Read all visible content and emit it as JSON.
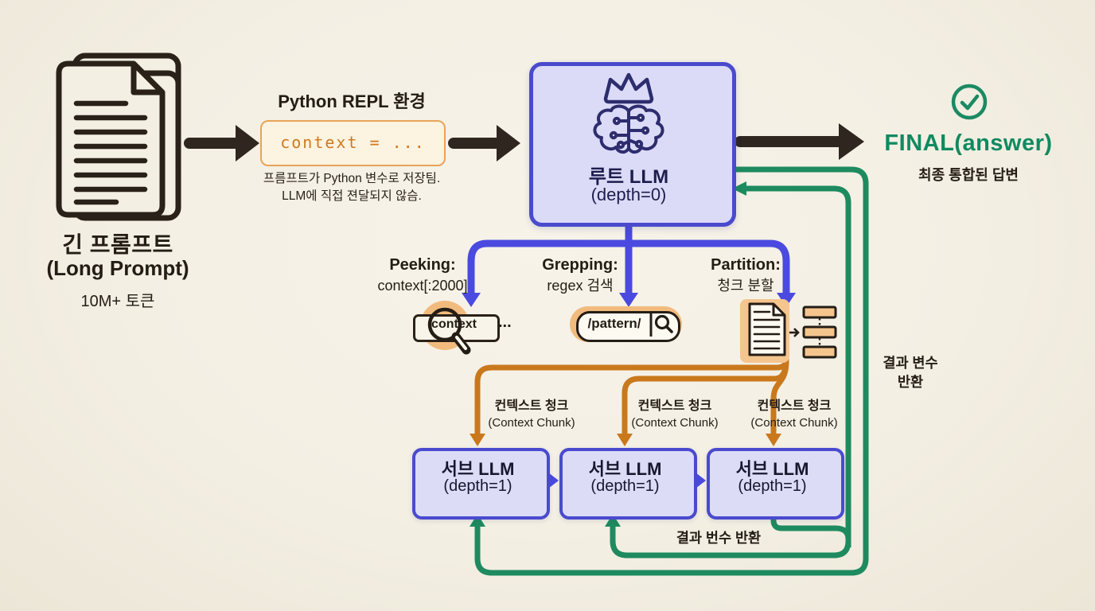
{
  "long_prompt": {
    "title": "긴 프롬프트",
    "subtitle": "(Long Prompt)",
    "tokens": "10M+ 토큰"
  },
  "repl": {
    "title": "Python REPL 환경",
    "code": "context = ...",
    "caption_line1": "프름프트가 Python 변수로 저장팀.",
    "caption_line2": "LLM에 직접 젼달되지 않슴."
  },
  "root_llm": {
    "title": "루트 LLM",
    "depth": "(depth=0)"
  },
  "final": {
    "title": "FINAL(answer)",
    "subtitle": "최종 통합된 답변"
  },
  "branches": [
    {
      "name": "Peeking:",
      "desc": "context[:2000]"
    },
    {
      "name": "Grepping:",
      "desc": "regex 검색"
    },
    {
      "name": "Partition:",
      "desc": "청크 분할"
    }
  ],
  "peek": {
    "text": "context",
    "ellipsis": "..."
  },
  "grep": {
    "text": "/pattern/"
  },
  "chunk_labels": [
    {
      "line1": "컨텍스트 청크",
      "line2": "(Context Chunk)"
    },
    {
      "line1": "컨텍스트 청크",
      "line2": "(Context Chunk)"
    },
    {
      "line1": "컨텍스트 청크",
      "line2": "(Context Chunk)"
    }
  ],
  "sub_llms": [
    {
      "title": "서브 LLM",
      "depth": "(depth=1)"
    },
    {
      "title": "서브 LLM",
      "depth": "(depth=1)"
    },
    {
      "title": "서브 LLM",
      "depth": "(depth=1)"
    }
  ],
  "returns": {
    "right_line1": "결과 변수",
    "right_line2": "반환",
    "bottom": "결과 번수 반환"
  },
  "icons": {
    "long_prompt": "document-stack",
    "root_llm": "crown-brain-circuit",
    "peeking": "magnifier-over-context",
    "grepping": "search-pill",
    "partition": "document-to-chunks",
    "final": "check-circle"
  },
  "colors": {
    "background": "#f3efe3",
    "ink_black": "#2a2118",
    "indigo_border": "#4a4ace",
    "indigo_fill": "#dbdbf8",
    "blue_arrow": "#4a4ae0",
    "orange_arrow": "#c9781c",
    "orange_fill": "#f5c58e",
    "orange_box_border": "#e8a35a",
    "code_orange": "#d0791e",
    "green": "#1e8a5f",
    "final_green": "#0f8a61"
  }
}
